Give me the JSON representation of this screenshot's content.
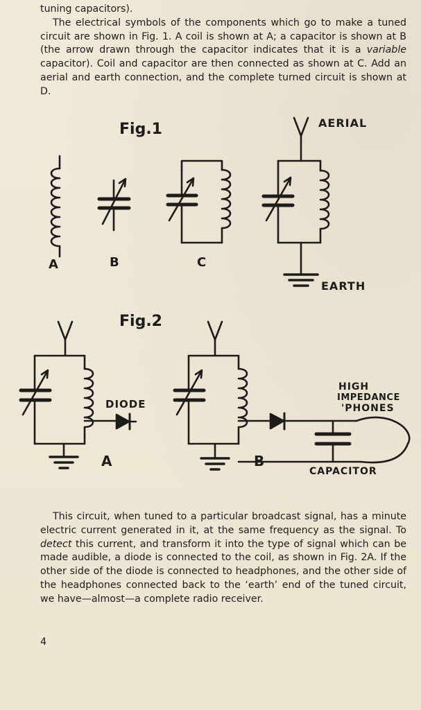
{
  "top_text": {
    "line0": "tuning capacitors).",
    "para": "The electrical symbols of the components which go to make a tuned circuit are shown in Fig. 1. A coil is shown at A; a capacitor is shown at B (the arrow drawn through the capacitor indicates that it is a",
    "italic_word": "variable",
    "para_end": "capacitor). Coil and capacitor are then connected as shown at C. Add an aerial and earth connection, and the complete turned circuit is shown at D."
  },
  "fig1": {
    "title": "Fig.1",
    "label_a": "A",
    "label_b": "B",
    "label_c": "C",
    "aerial": "AERIAL",
    "earth": "EARTH"
  },
  "fig2": {
    "title": "Fig.2",
    "diode": "DIODE",
    "label_a": "A",
    "label_b": "B",
    "high": "HIGH",
    "impedance": "IMPEDANCE",
    "phones": "'PHONES",
    "capacitor": "CAPACITOR"
  },
  "bottom_text": {
    "part1": "This circuit, when tuned to a particular broadcast signal, has a minute electric current generated in it, at the same frequency as the signal. To",
    "italic_word": "detect",
    "part2": "this current, and transform it into the type of signal which can be made audible, a diode is connected to the coil, as shown in Fig. 2A. If the other side of the diode is connected to headphones, and the other side of the headphones connected back to the ‘earth’ end of the tuned circuit, we have—almost—a complete radio receiver."
  },
  "page_number": "4"
}
